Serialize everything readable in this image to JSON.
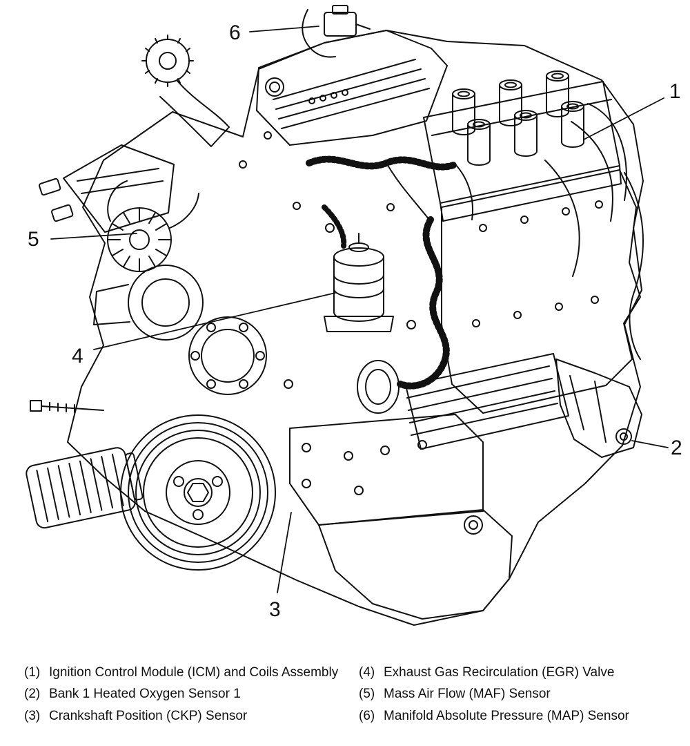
{
  "figure": {
    "callouts": [
      "1",
      "2",
      "3",
      "4",
      "5",
      "6"
    ]
  },
  "legend": {
    "left": [
      {
        "num": "(1)",
        "label": "Ignition Control Module (ICM) and Coils Assembly"
      },
      {
        "num": "(2)",
        "label": "Bank 1 Heated Oxygen Sensor 1"
      },
      {
        "num": "(3)",
        "label": "Crankshaft Position (CKP) Sensor"
      }
    ],
    "right": [
      {
        "num": "(4)",
        "label": "Exhaust Gas Recirculation (EGR) Valve"
      },
      {
        "num": "(5)",
        "label": "Mass Air Flow (MAF) Sensor"
      },
      {
        "num": "(6)",
        "label": "Manifold Absolute Pressure (MAP) Sensor"
      }
    ]
  },
  "colors": {
    "ink": "#111111",
    "background": "#ffffff"
  }
}
